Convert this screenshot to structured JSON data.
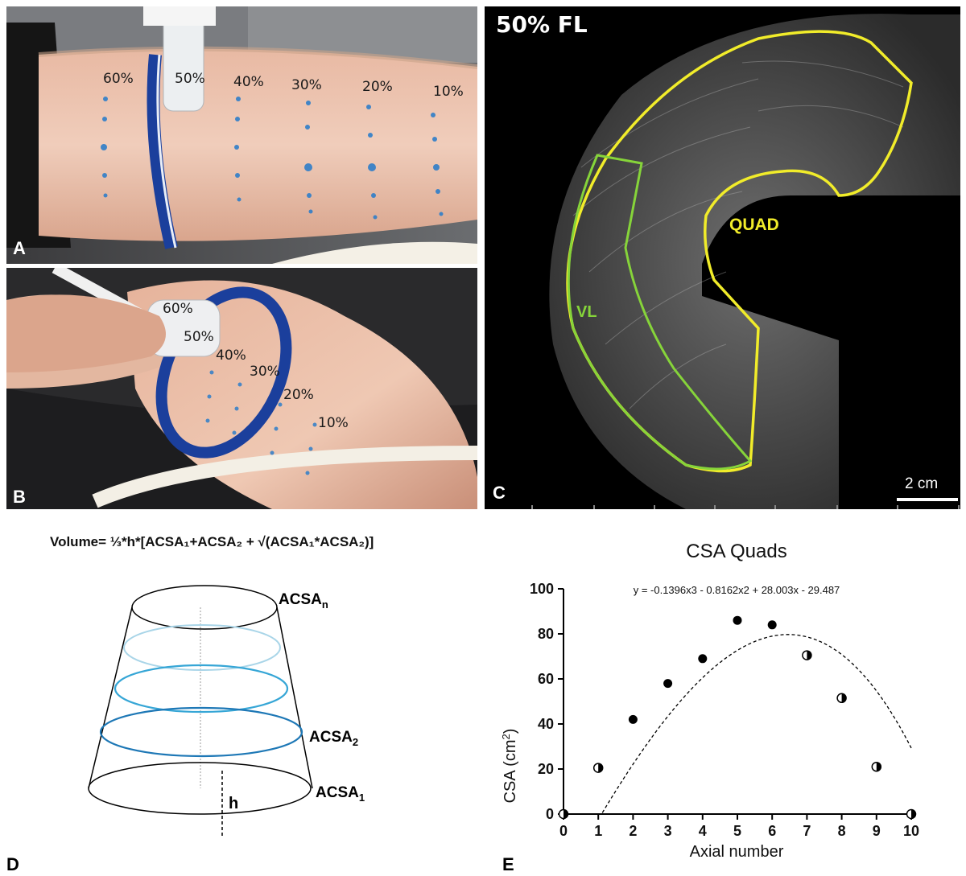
{
  "panels": {
    "a": {
      "letter": "A",
      "marks": [
        "60%",
        "50%",
        "40%",
        "30%",
        "20%",
        "10%"
      ]
    },
    "b": {
      "letter": "B",
      "marks": [
        "60%",
        "50%",
        "40%",
        "30%",
        "20%",
        "10%"
      ]
    },
    "c": {
      "letter": "C",
      "title": "50% FL",
      "quad_label": "QUAD",
      "vl_label": "VL",
      "scale_label": "2 cm"
    },
    "d": {
      "letter": "D",
      "formula": "Volume= ⅓*h*[ACSA₁+ACSA₂ + √(ACSA₁*ACSA₂)]",
      "label_top": "ACSA",
      "label_top_sub": "n",
      "label_mid": "ACSA",
      "label_mid_sub": "2",
      "label_bottom": "ACSA",
      "label_bottom_sub": "1",
      "height_label": "h"
    },
    "e": {
      "letter": "E"
    }
  },
  "chart_data": {
    "type": "scatter",
    "title": "CSA Quads",
    "equation": "y = -0.1396x3 - 0.8162x2 + 28.003x - 29.487",
    "xlabel": "Axial number",
    "ylabel_main": "CSA (cm",
    "ylabel_sup": "2",
    "ylabel_end": ")",
    "xlim": [
      0,
      10
    ],
    "ylim": [
      0,
      100
    ],
    "xticks": [
      "0",
      "1",
      "2",
      "3",
      "4",
      "5",
      "6",
      "7",
      "8",
      "9",
      "10"
    ],
    "yticks": [
      "0",
      "20",
      "40",
      "60",
      "80",
      "100"
    ],
    "fit": {
      "coeffs": [
        -0.1396,
        -0.8162,
        28.003,
        -29.487
      ]
    },
    "points": [
      {
        "x": 0,
        "y": 0,
        "style": "half"
      },
      {
        "x": 1,
        "y": 20.5,
        "style": "half"
      },
      {
        "x": 2,
        "y": 42,
        "style": "filled"
      },
      {
        "x": 3,
        "y": 58,
        "style": "filled"
      },
      {
        "x": 4,
        "y": 69,
        "style": "filled"
      },
      {
        "x": 5,
        "y": 86,
        "style": "filled"
      },
      {
        "x": 6,
        "y": 84,
        "style": "filled"
      },
      {
        "x": 7,
        "y": 70.5,
        "style": "half"
      },
      {
        "x": 8,
        "y": 51.5,
        "style": "half"
      },
      {
        "x": 9,
        "y": 21,
        "style": "half"
      },
      {
        "x": 10,
        "y": 0,
        "style": "half"
      }
    ],
    "grid": false
  }
}
